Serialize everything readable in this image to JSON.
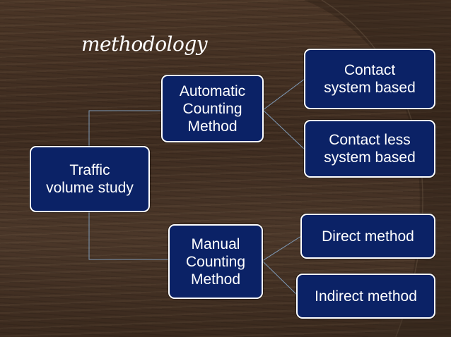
{
  "title": "methodology",
  "colors": {
    "node_fill": "#0b2266",
    "node_border": "#ffffff",
    "connector": "#7f9bb8",
    "background": "#4a3526"
  },
  "diagram": {
    "root": "Traffic\nvolume study",
    "automatic": "Automatic\nCounting\nMethod",
    "manual": "Manual\nCounting\nMethod",
    "contact": "Contact\nsystem based",
    "contactless": "Contact less\nsystem based",
    "direct": "Direct method",
    "indirect": "Indirect method"
  }
}
